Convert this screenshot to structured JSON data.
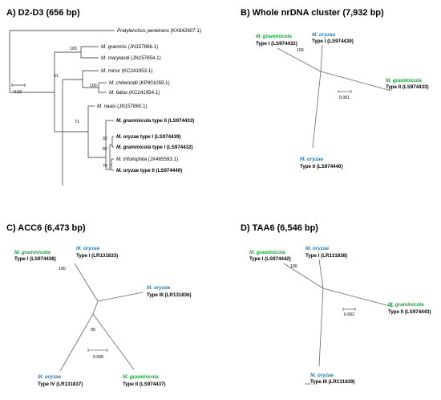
{
  "panelA": {
    "title": "A)   D2-D3 (656 bp)",
    "scale": "0.02",
    "taxa": [
      {
        "sp": "Pratylenchus penetrans",
        "acc": " (KX842607.1)",
        "bold": false
      },
      {
        "sp": "M. graminis",
        "acc": " (JN157866.1)",
        "bold": false
      },
      {
        "sp": "M. marylandi",
        "acc": " (JN157854.1)",
        "bold": false
      },
      {
        "sp": "M. minor",
        "acc": " (KC241953.1)",
        "bold": false
      },
      {
        "sp": "M. chitwoodii",
        "acc": " (KP901059.1)",
        "bold": false
      },
      {
        "sp": "M. fallax",
        "acc": " (KC241954.1)",
        "bold": false
      },
      {
        "sp": "M. naasi",
        "acc": " (JN157860.1)",
        "bold": false
      },
      {
        "sp": "M. graminicola",
        "acc": " type II (LS974433)",
        "bold": true
      },
      {
        "sp": "M. oryzae",
        "acc": " type I (LS974439)",
        "bold": true
      },
      {
        "sp": "M. graminicola",
        "acc": " type I (LS974432)",
        "bold": true
      },
      {
        "sp": "M. trifoliophila",
        "acc": " (JX465593.1)",
        "bold": false
      },
      {
        "sp": "M. oryzae",
        "acc": " type II (LS974440)",
        "bold": true
      }
    ],
    "bootstraps": [
      "100",
      "61",
      "100",
      "71",
      "92",
      "82",
      "70"
    ]
  },
  "panelB": {
    "title": "B)   Whole nrDNA cluster (7,932 bp)",
    "scale": "0.001",
    "bootstrap": "100",
    "tips": [
      {
        "sp": "M. graminicola",
        "type": "Type I (LS974432)",
        "color": "#1aa23c"
      },
      {
        "sp": "M. oryzae",
        "type": "Type I (LS974439)",
        "color": "#1f7fc7"
      },
      {
        "sp": "M. graminicola",
        "type": "Type II (LS974433)",
        "color": "#1aa23c"
      },
      {
        "sp": "M. oryzae",
        "type": "Type II (LS974440)",
        "color": "#1f7fc7"
      }
    ]
  },
  "panelC": {
    "title": "C)   ACC6 (6,473 bp)",
    "scale": "0.005",
    "bootstraps": [
      "100",
      "99"
    ],
    "tips": [
      {
        "sp": "M. graminicola",
        "type": "Type I (LS974438)",
        "color": "#1aa23c"
      },
      {
        "sp": "M. oryzae",
        "type": "Type I (LR131833)",
        "color": "#1f7fc7"
      },
      {
        "sp": "M. oryzae",
        "type": "Type III (LR131836)",
        "color": "#1f7fc7"
      },
      {
        "sp": "M. oryzae",
        "type": "Type IV (LR131837)",
        "color": "#1f7fc7"
      },
      {
        "sp": "M. graminicola",
        "type": "Type II (LS974437)",
        "color": "#1aa23c"
      }
    ]
  },
  "panelD": {
    "title": "D)   TAA6 (6,546 bp)",
    "scale": "0.002",
    "bootstrap": "100",
    "tips": [
      {
        "sp": "M. graminicola",
        "type": "Type I (LS974442)",
        "color": "#1aa23c"
      },
      {
        "sp": "M. oryzae",
        "type": "Type I (LR131838)",
        "color": "#1f7fc7"
      },
      {
        "sp": "M. graminicola",
        "type": "Type II (LS974443)",
        "color": "#1aa23c"
      },
      {
        "sp": "M. oryzae",
        "type": "Type III (LR131839)",
        "color": "#1f7fc7"
      }
    ]
  }
}
